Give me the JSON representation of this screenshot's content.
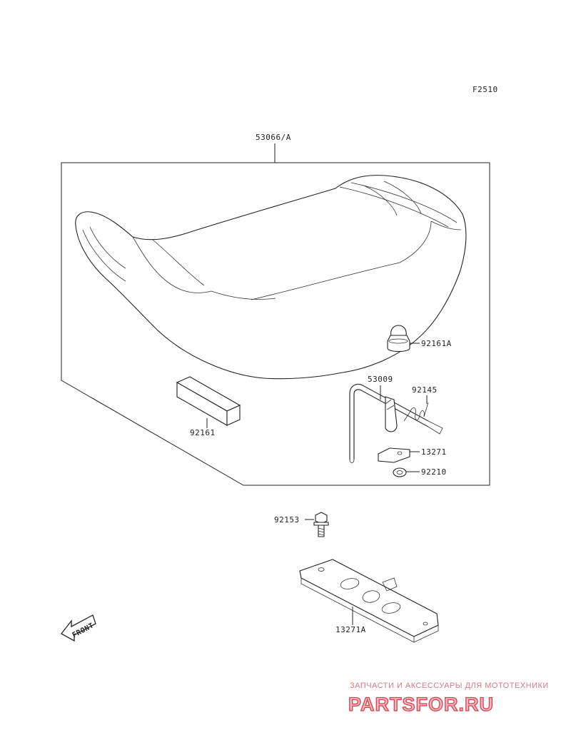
{
  "diagram": {
    "figure_code": "F2510",
    "parts": [
      {
        "id": "seat_assembly",
        "number": "53066/A"
      },
      {
        "id": "damper_cap",
        "number": "92161A"
      },
      {
        "id": "seat_lock_rod",
        "number": "53009"
      },
      {
        "id": "spring",
        "number": "92145"
      },
      {
        "id": "damper_block",
        "number": "92161"
      },
      {
        "id": "plate",
        "number": "13271"
      },
      {
        "id": "nut",
        "number": "92210"
      },
      {
        "id": "bolt",
        "number": "92153"
      },
      {
        "id": "base_plate",
        "number": "13271A"
      }
    ],
    "front_marker": "FRONT"
  },
  "watermark": {
    "tagline": "ЗАПЧАСТИ И АКСЕССУАРЫ ДЛЯ МОТОТЕХНИКИ",
    "brand": "PARTSFOR.RU",
    "colors": {
      "fill": "#f2b7bc",
      "stroke": "#d8414e",
      "tagline": "#d87a82"
    }
  }
}
